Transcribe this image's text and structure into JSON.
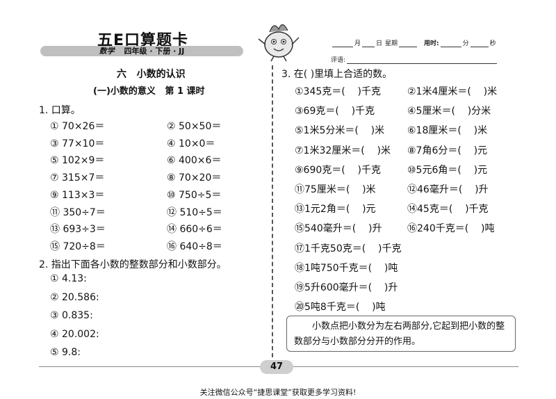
{
  "header": {
    "brand": "五E口算题卡",
    "subject": "数学",
    "grade_info": "四年级 · 下册 · JJ",
    "fields_row1": {
      "month": "月",
      "day": "日",
      "week": "星期",
      "time_label": "用时:",
      "min": "分",
      "sec": "秒"
    },
    "comment_label": "评语:"
  },
  "left": {
    "section_title": "六   小数的认识",
    "lesson_title": "(一)小数的意义   第 1 课时",
    "q1_title": "1. 口算。",
    "q1_items": [
      "① 70×26＝",
      "② 50×50＝",
      "③ 77×10＝",
      "④ 10×0＝",
      "⑤ 102×9＝",
      "⑥ 400×6＝",
      "⑦ 315×7＝",
      "⑧ 70×20＝",
      "⑨ 113×3＝",
      "⑩ 750÷5＝",
      "⑪ 350÷7＝",
      "⑫ 510÷5＝",
      "⑬ 693÷3＝",
      "⑭ 660÷6＝",
      "⑮ 720÷8＝",
      "⑯ 640÷8＝"
    ],
    "q2_title": "2. 指出下面各小数的整数部分和小数部分。",
    "q2_items": [
      "① 4.13:",
      "② 20.586:",
      "③ 0.835:",
      "④ 20.002:",
      "⑤ 9.8:"
    ]
  },
  "right": {
    "q3_title": "3. 在(    )里填上合适的数。",
    "q3_items": [
      "①345克＝(    )千克",
      "②1米4厘米＝(    )米",
      "③69克＝(    )千克",
      "④5厘米＝(    )分米",
      "⑤1米5分米＝(    )米",
      "⑥18厘米＝(    )米",
      "⑦1米32厘米＝(    )米",
      "⑧7角6分＝(    )元",
      "⑨690克＝(    )千克",
      "⑩5元6角＝(    )元",
      "⑪75厘米＝(    )米",
      "⑫46毫升＝(    )升",
      "⑬1元2角＝(    )元",
      "⑭45克＝(    )千克",
      "⑮540毫升＝(    )升",
      "⑯240千克＝(    )吨",
      "⑰1千克50克＝(    )千克",
      "",
      "⑱1吨750千克＝(    )吨",
      "",
      "⑲5升600毫升＝(    )升",
      "",
      "⑳5吨8千克＝(    )吨",
      ""
    ],
    "note": "小数点把小数分为左右两部分,它起到把小数的整数部分与小数部分分开的作用。"
  },
  "page_number": "47",
  "footer": "关注微信公众号“捷思课堂”获取更多学习资料!"
}
